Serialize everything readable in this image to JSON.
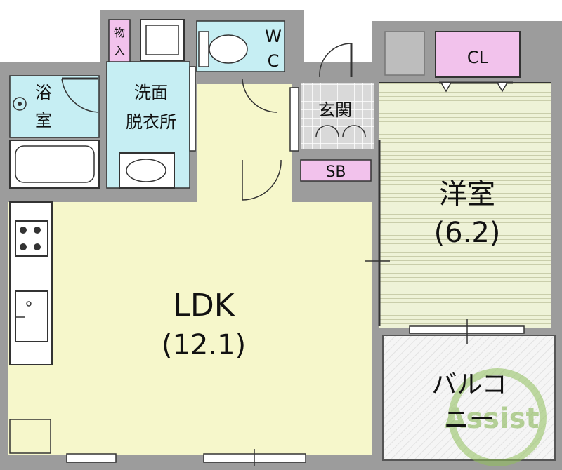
{
  "rooms": {
    "ldk": {
      "name": "LDK",
      "size": "(12.1)"
    },
    "western": {
      "name": "洋室",
      "size": "(6.2)"
    },
    "bath": {
      "line1": "浴",
      "line2": "室"
    },
    "washroom": {
      "line1": "洗面",
      "line2": "脱衣所"
    },
    "toilet": {
      "line1": "W",
      "line2": "C"
    },
    "entrance": {
      "name": "玄関"
    },
    "shoebox": {
      "name": "SB"
    },
    "closet": {
      "name": "CL"
    },
    "storage": {
      "line1": "物",
      "line2": "入"
    },
    "balcony": {
      "line1": "バルコ",
      "line2": "ニー"
    }
  },
  "watermark": {
    "text": "Assist"
  },
  "colors": {
    "ldk": "#f6f7cb",
    "western": "#eef2d7",
    "wet": "#c6eef3",
    "closet": "#f2c2ec",
    "entrance": "#dcdcdc",
    "wall": "#9c9c9c",
    "balcony": "#f3f3f3"
  }
}
